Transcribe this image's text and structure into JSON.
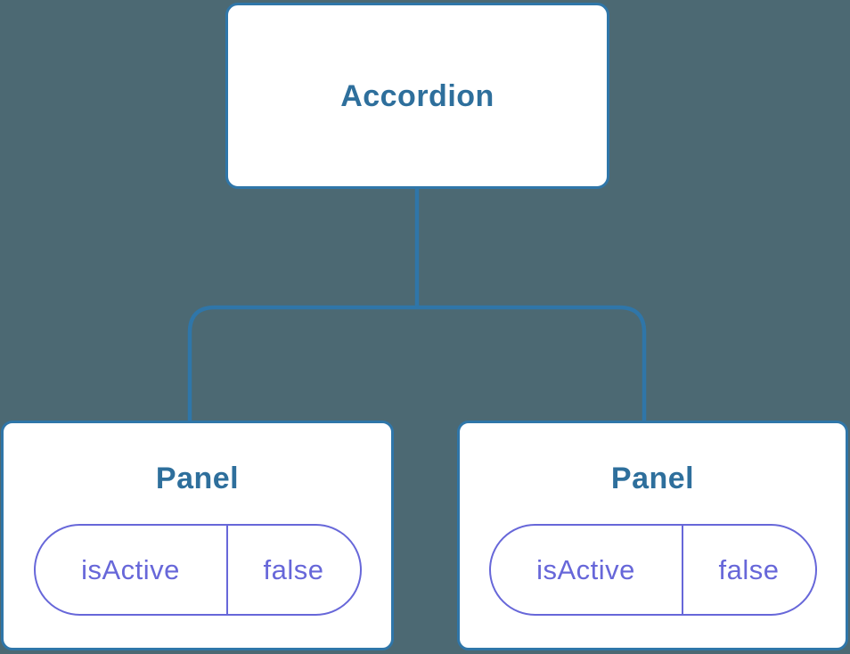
{
  "colors": {
    "canvas-bg": "#4C6973",
    "node-border": "#2F76A9",
    "node-bg": "#FFFFFF",
    "title-text": "#2E6F9C",
    "state-accent": "#6767D9"
  },
  "tree": {
    "root": {
      "label": "Accordion"
    },
    "children": [
      {
        "label": "Panel",
        "state": {
          "key": "isActive",
          "value": "false"
        }
      },
      {
        "label": "Panel",
        "state": {
          "key": "isActive",
          "value": "false"
        }
      }
    ]
  }
}
